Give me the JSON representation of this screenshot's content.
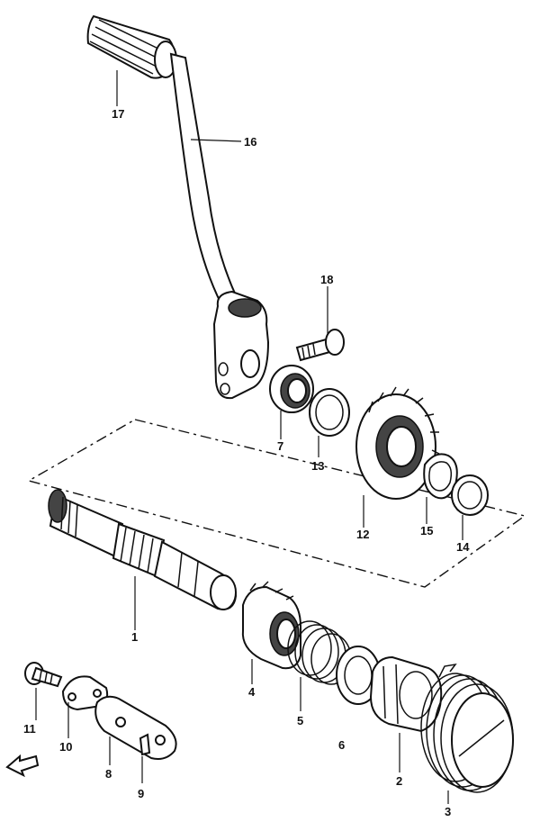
{
  "parts": [
    {
      "id": "p1",
      "label": "1"
    },
    {
      "id": "p2",
      "label": "2"
    },
    {
      "id": "p3",
      "label": "3"
    },
    {
      "id": "p4",
      "label": "4"
    },
    {
      "id": "p5",
      "label": "5"
    },
    {
      "id": "p6",
      "label": "6"
    },
    {
      "id": "p7",
      "label": "7"
    },
    {
      "id": "p8",
      "label": "8"
    },
    {
      "id": "p9",
      "label": "9"
    },
    {
      "id": "p10",
      "label": "10"
    },
    {
      "id": "p11",
      "label": "11"
    },
    {
      "id": "p12",
      "label": "12"
    },
    {
      "id": "p13",
      "label": "13"
    },
    {
      "id": "p14",
      "label": "14"
    },
    {
      "id": "p15",
      "label": "15"
    },
    {
      "id": "p16",
      "label": "16"
    },
    {
      "id": "p17",
      "label": "17"
    },
    {
      "id": "p18",
      "label": "18"
    }
  ]
}
